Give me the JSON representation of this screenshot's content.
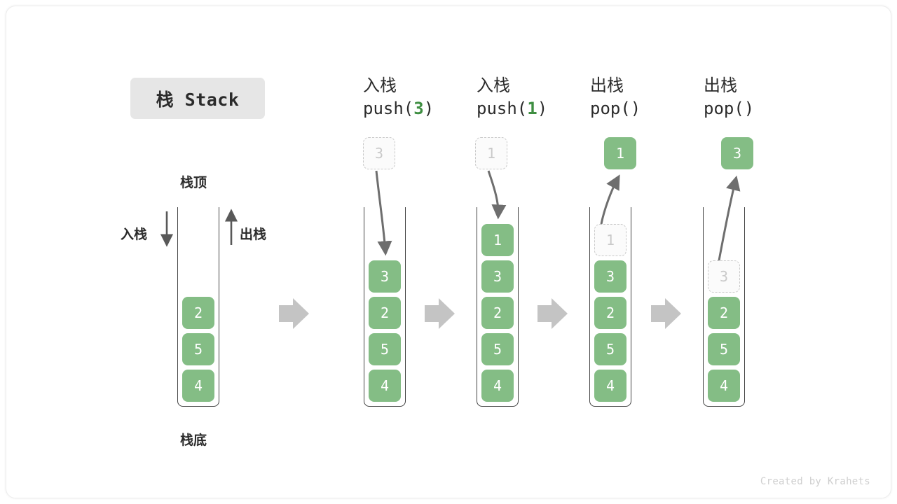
{
  "title": {
    "pill_label": "栈 Stack"
  },
  "labels": {
    "top": "栈顶",
    "bottom": "栈底",
    "push_side": "入栈",
    "pop_side": "出栈"
  },
  "credit": "Created by Krahets",
  "colors": {
    "cell_fill": "#84bd85",
    "cell_text": "#ffffff",
    "ghost_border": "#c9c9c9",
    "ghost_text": "#c9c9c9",
    "container_border": "#444444",
    "arrow_gray": "#6e6e6e",
    "flow_arrow": "#c4c4c4",
    "accent_green": "#3e8e41",
    "pill_bg": "#e6e6e6"
  },
  "columns": [
    {
      "id": "initial",
      "header_cn": "",
      "header_code": "",
      "header_code_pre": "",
      "header_code_num": "",
      "header_code_post": "",
      "incoming": null,
      "cells": [
        "2",
        "5",
        "4"
      ]
    },
    {
      "id": "push-3",
      "header_cn": "入栈",
      "header_code_pre": "push(",
      "header_code_num": "3",
      "header_code_post": ")",
      "incoming": {
        "value": "3",
        "style": "ghost",
        "direction": "down"
      },
      "cells": [
        "3",
        "2",
        "5",
        "4"
      ]
    },
    {
      "id": "push-1",
      "header_cn": "入栈",
      "header_code_pre": "push(",
      "header_code_num": "1",
      "header_code_post": ")",
      "incoming": {
        "value": "1",
        "style": "ghost",
        "direction": "down"
      },
      "cells": [
        "1",
        "3",
        "2",
        "5",
        "4"
      ]
    },
    {
      "id": "pop-1",
      "header_cn": "出栈",
      "header_code_pre": "pop(",
      "header_code_num": "",
      "header_code_post": ")",
      "incoming": {
        "value": "1",
        "style": "filled",
        "direction": "up"
      },
      "cells": [
        "1",
        "3",
        "2",
        "5",
        "4"
      ],
      "ghost_top": true
    },
    {
      "id": "pop-2",
      "header_cn": "出栈",
      "header_code_pre": "pop(",
      "header_code_num": "",
      "header_code_post": ")",
      "incoming": {
        "value": "3",
        "style": "filled",
        "direction": "up"
      },
      "cells": [
        "3",
        "2",
        "5",
        "4"
      ],
      "ghost_top": true
    }
  ]
}
